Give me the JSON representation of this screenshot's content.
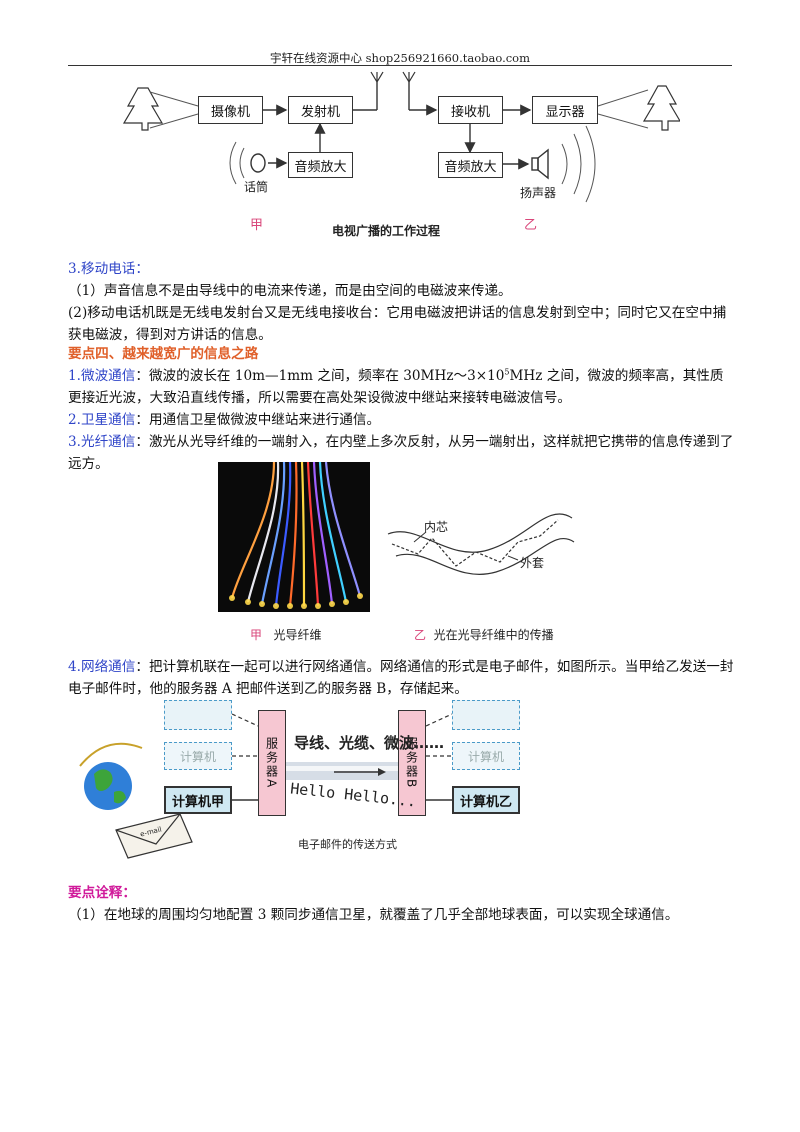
{
  "header": {
    "text": "宇轩在线资源中心   shop256921660.taobao.com"
  },
  "tv_diagram": {
    "camera": "摄像机",
    "transmitter": "发射机",
    "audio_amp_left": "音频放大",
    "microphone": "话筒",
    "receiver": "接收机",
    "display": "显示器",
    "audio_amp_right": "音频放大",
    "speaker": "扬声器",
    "label_left": "甲",
    "label_right": "乙",
    "caption": "电视广播的工作过程"
  },
  "section3": {
    "heading": "3.移动电话：",
    "p1": "（1）声音信息不是由导线中的电流来传递，而是由空间的电磁波来传递。",
    "p2": "(2)移动电话机既是无线电发射台又是无线电接收台：它用电磁波把讲话的信息发射到空中；同时它又在空中捕获电磁波，得到对方讲话的信息。"
  },
  "point4": {
    "heading": "要点四、越来越宽广的信息之路",
    "item1_label": "1.微波通信",
    "item1_text_a": "：微波的波长在 10m—1mm 之间，频率在 30MHz～3×10",
    "item1_sup": "5",
    "item1_text_b": "MHz 之间，微波的频率高，其性质更接近光波，大致沿直线传播，所以需要在高处架设微波中继站来接转电磁波信号。",
    "item2_label": "2.卫星通信",
    "item2_text": "：用通信卫星做微波中继站来进行通信。",
    "item3_label": "3.光纤通信",
    "item3_text": "：激光从光导纤维的一端射入，在内壁上多次反射，从另一端射出，这样就把它携带的信息传递到了远方。"
  },
  "fiber_figure": {
    "inner_core": "内芯",
    "outer_sheath": "外套",
    "caption_left_mark": "甲",
    "caption_left": "光导纤维",
    "caption_right_mark": "乙",
    "caption_right": "光在光导纤维中的传播"
  },
  "point4_item4": {
    "label": "4.网络通信",
    "text": "：把计算机联在一起可以进行网络通信。网络通信的形式是电子邮件，如图所示。当甲给乙发送一封电子邮件时，他的服务器 A 把邮件送到乙的服务器 B，存储起来。"
  },
  "email_figure": {
    "server_a": "服务器A",
    "server_b": "服务器B",
    "computer": "计算机",
    "computer_a": "计算机甲",
    "computer_b": "计算机乙",
    "media": "导线、光缆、微波……",
    "hello": "Hello Hello...",
    "envelope": "e-mail",
    "caption": "电子邮件的传送方式"
  },
  "explanation": {
    "heading": "要点诠释：",
    "p1": "（1）在地球的周围均匀地配置 3 颗同步通信卫星，就覆盖了几乎全部地球表面，可以实现全球通信。"
  }
}
